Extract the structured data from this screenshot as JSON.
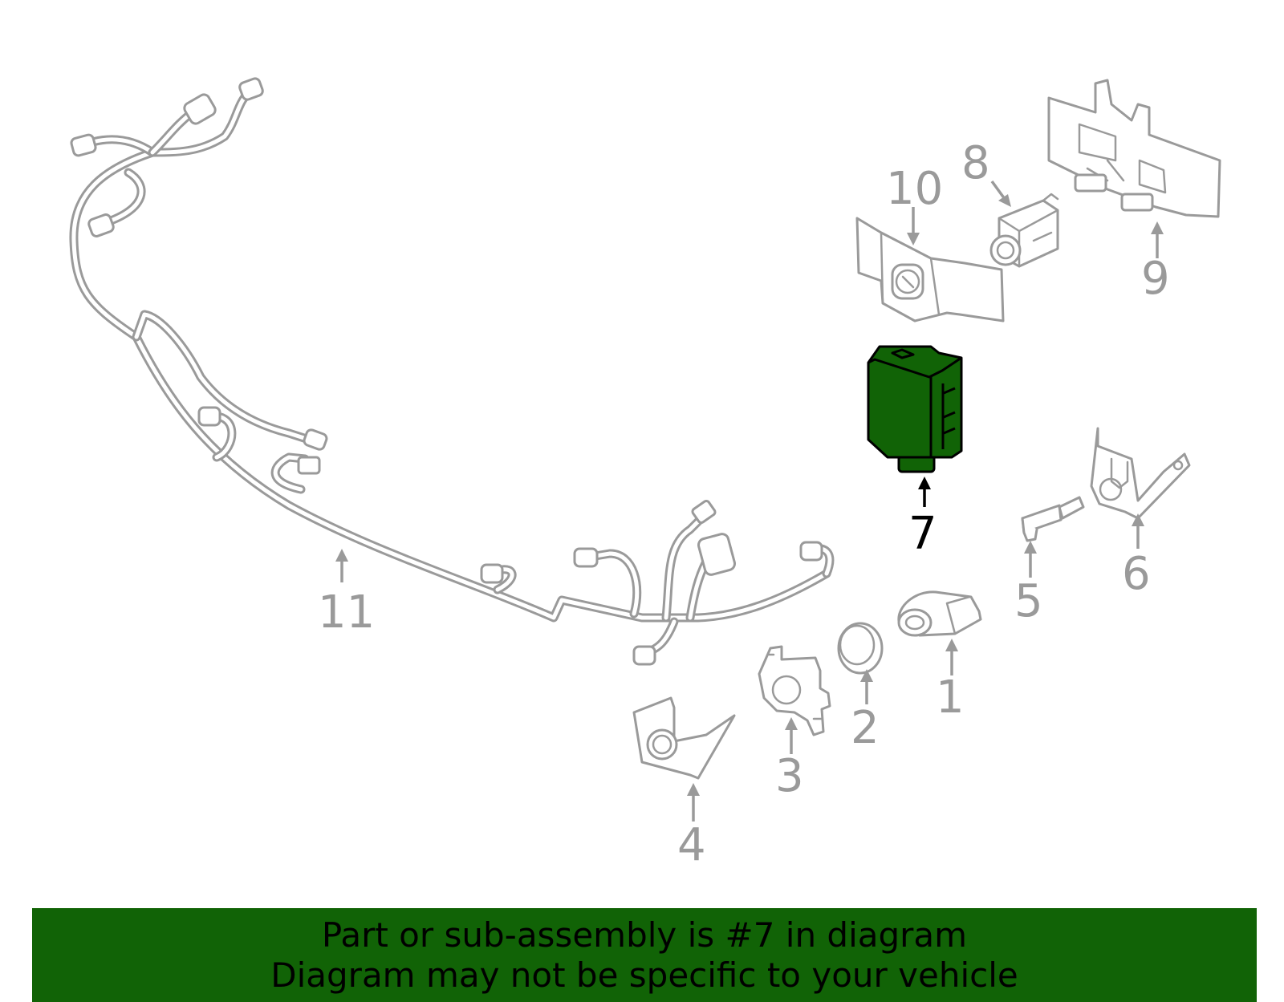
{
  "diagram": {
    "callouts": [
      "1",
      "2",
      "3",
      "4",
      "5",
      "6",
      "7",
      "8",
      "9",
      "10",
      "11"
    ],
    "highlighted_part": "7",
    "colors": {
      "highlight_fill": "#116306",
      "banner_background": "#116306",
      "part_outline": "#9a9a9a",
      "highlight_outline": "#000000"
    }
  },
  "banner": {
    "line1": "Part or sub-assembly is #7 in diagram",
    "line2": "Diagram may not be specific to your vehicle"
  }
}
